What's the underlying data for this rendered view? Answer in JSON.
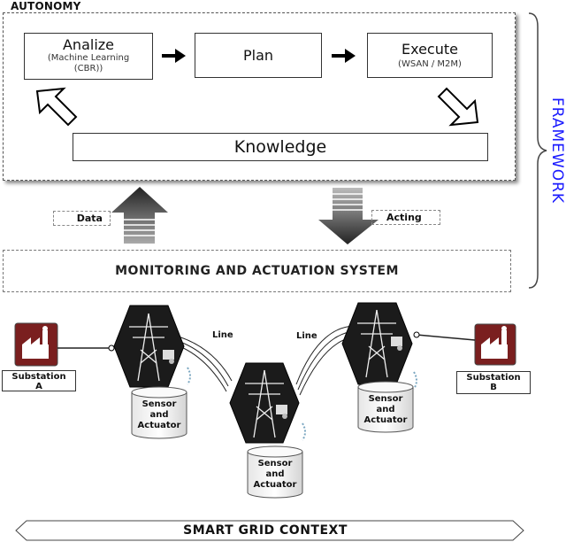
{
  "autonomy": {
    "title": "AUTONOMY",
    "analyze": {
      "title": "Analize",
      "sub1": "(Machine Learning",
      "sub2": "(CBR))"
    },
    "plan": {
      "title": "Plan"
    },
    "execute": {
      "title": "Execute",
      "sub": "(WSAN / M2M)"
    },
    "knowledge": "Knowledge"
  },
  "framework": "FRAMEWORK",
  "flows": {
    "data": "Data",
    "acting": "Acting"
  },
  "monitoring": "MONITORING AND ACTUATION SYSTEM",
  "grid": {
    "substation_a": {
      "line1": "Substation",
      "line2": "A"
    },
    "substation_b": {
      "line1": "Substation",
      "line2": "B"
    },
    "line_label": "Line",
    "sensor": {
      "line1": "Sensor",
      "line2": "and",
      "line3": "Actuator"
    }
  },
  "context": "SMART GRID CONTEXT",
  "colors": {
    "framework": "#1a1aff",
    "substation": "#7a1f1f",
    "tower_bg": "#1b1b1b"
  }
}
